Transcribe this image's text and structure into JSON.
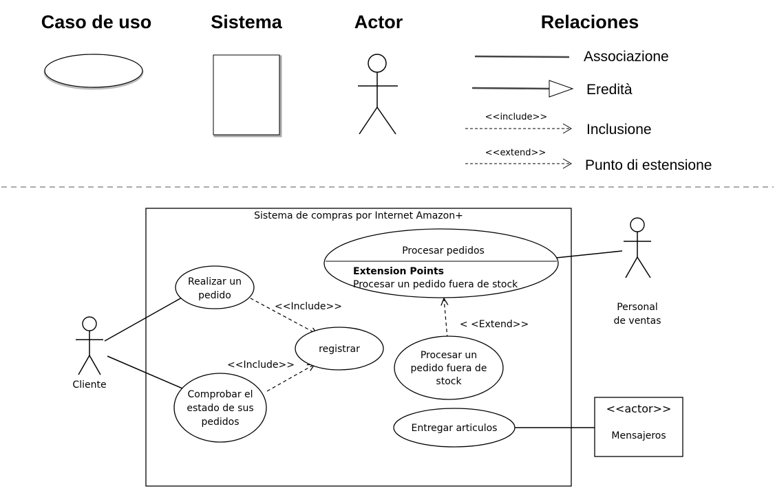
{
  "legend": {
    "headers": {
      "use_case": "Caso de uso",
      "system": "Sistema",
      "actor": "Actor",
      "relations": "Relaciones"
    },
    "relations": [
      {
        "kind": "association",
        "label": "Associazione",
        "stereotype": ""
      },
      {
        "kind": "generalization",
        "label": "Eredità",
        "stereotype": ""
      },
      {
        "kind": "include",
        "label": "Inclusione",
        "stereotype": "<<include>>"
      },
      {
        "kind": "extend",
        "label": "Punto di estensione",
        "stereotype": "<<extend>>"
      }
    ]
  },
  "diagram": {
    "system_title": "Sistema de compras por Internet Amazon+",
    "actors": {
      "cliente": "Cliente",
      "personal_line1": "Personal",
      "personal_line2": "de ventas",
      "mensajeros_stereotype": "<<actor>>",
      "mensajeros": "Mensajeros"
    },
    "use_cases": {
      "procesar_pedidos": {
        "name": "Procesar pedidos",
        "ext_header": "Extension Points",
        "ext_point": "Procesar un pedido fuera de stock"
      },
      "realizar_pedido": [
        "Realizar un",
        "pedido"
      ],
      "registrar": "registrar",
      "comprobar": [
        "Comprobar el",
        "estado de sus",
        "pedidos"
      ],
      "procesar_fuera": [
        "Procesar un",
        "pedido fuera de",
        "stock"
      ],
      "entregar": "Entregar articulos"
    },
    "relation_labels": {
      "include_1": "<<Include>>",
      "include_2": "<<Include>>",
      "extend": "< <Extend>>"
    }
  }
}
